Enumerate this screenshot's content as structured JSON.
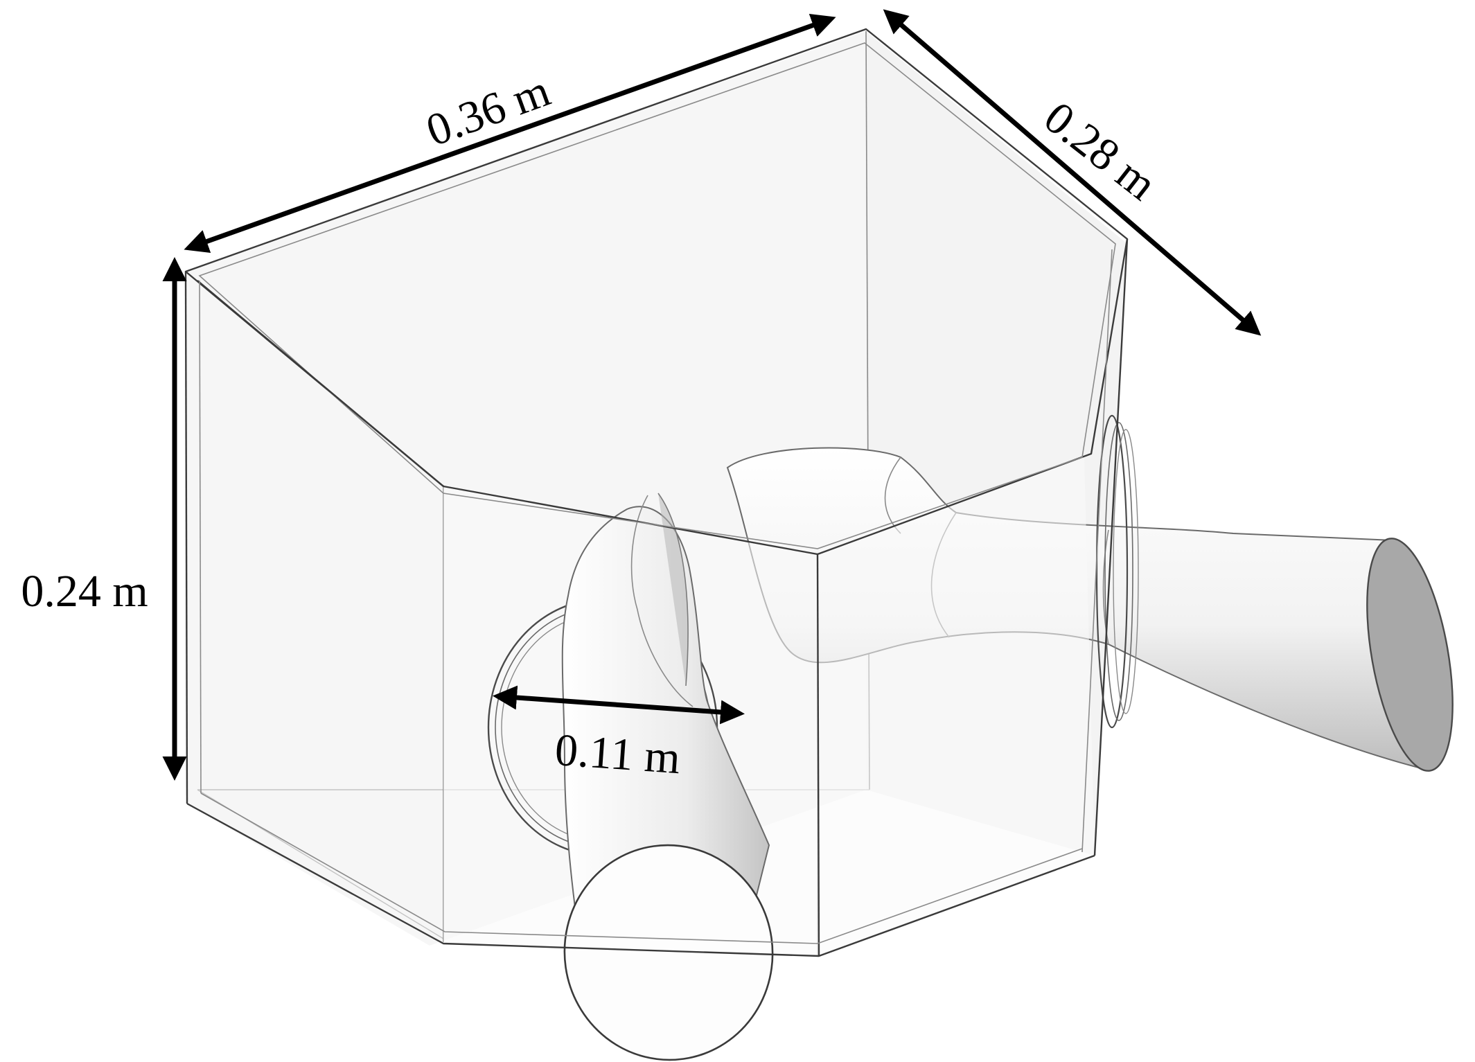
{
  "dimensions": {
    "length": "0.36 m",
    "width": "0.28 m",
    "height": "0.24 m",
    "diameter": "0.11 m"
  },
  "colors": {
    "line": "#3a3a3a",
    "glass": "#f4f4f4",
    "pipe_shade": "#a8a8a8",
    "arrow": "#000000"
  }
}
